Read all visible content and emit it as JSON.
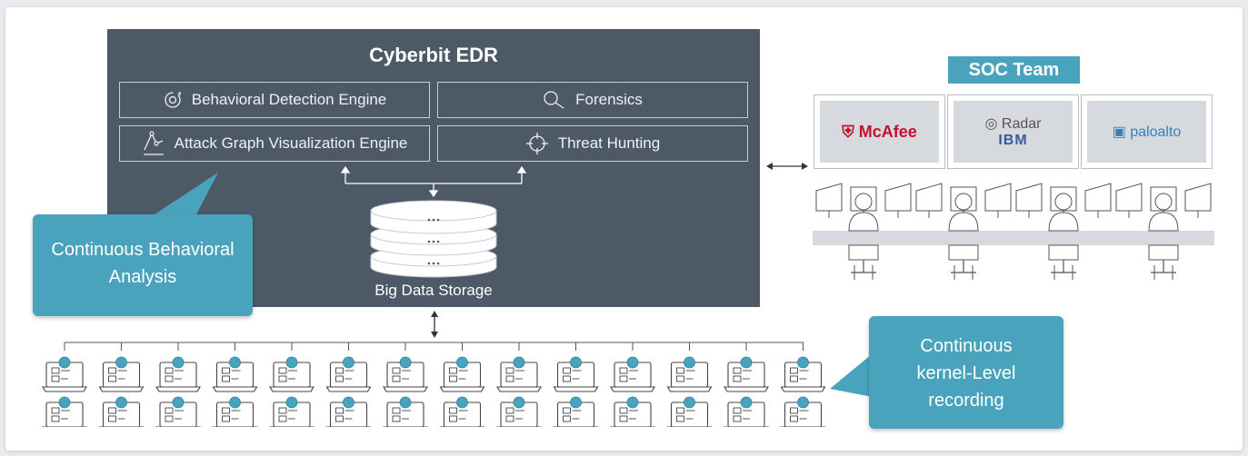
{
  "edr": {
    "title": "Cyberbit EDR",
    "modules": [
      {
        "label": "Behavioral Detection Engine",
        "icon": "gear-cycle-icon"
      },
      {
        "label": "Forensics",
        "icon": "magnifier-icon"
      },
      {
        "label": "Attack Graph Visualization Engine",
        "icon": "graph-icon"
      },
      {
        "label": "Threat Hunting",
        "icon": "crosshair-icon"
      }
    ],
    "storage_label": "Big Data Storage"
  },
  "soc": {
    "title": "SOC Team",
    "screens": [
      {
        "logo": "McAfee"
      },
      {
        "logo": "Radar",
        "sublogo": "IBM"
      },
      {
        "logo": "paloalto"
      }
    ],
    "operator_count": 4
  },
  "callouts": {
    "analysis": "Continuous Behavioral Analysis",
    "recording": "Continuous kernel-Level recording"
  },
  "endpoints": {
    "columns": 14,
    "rows": 2
  },
  "colors": {
    "panel": "#4e5968",
    "accent": "#4aa3bd",
    "endpoint_dot": "#4aa3bd"
  }
}
